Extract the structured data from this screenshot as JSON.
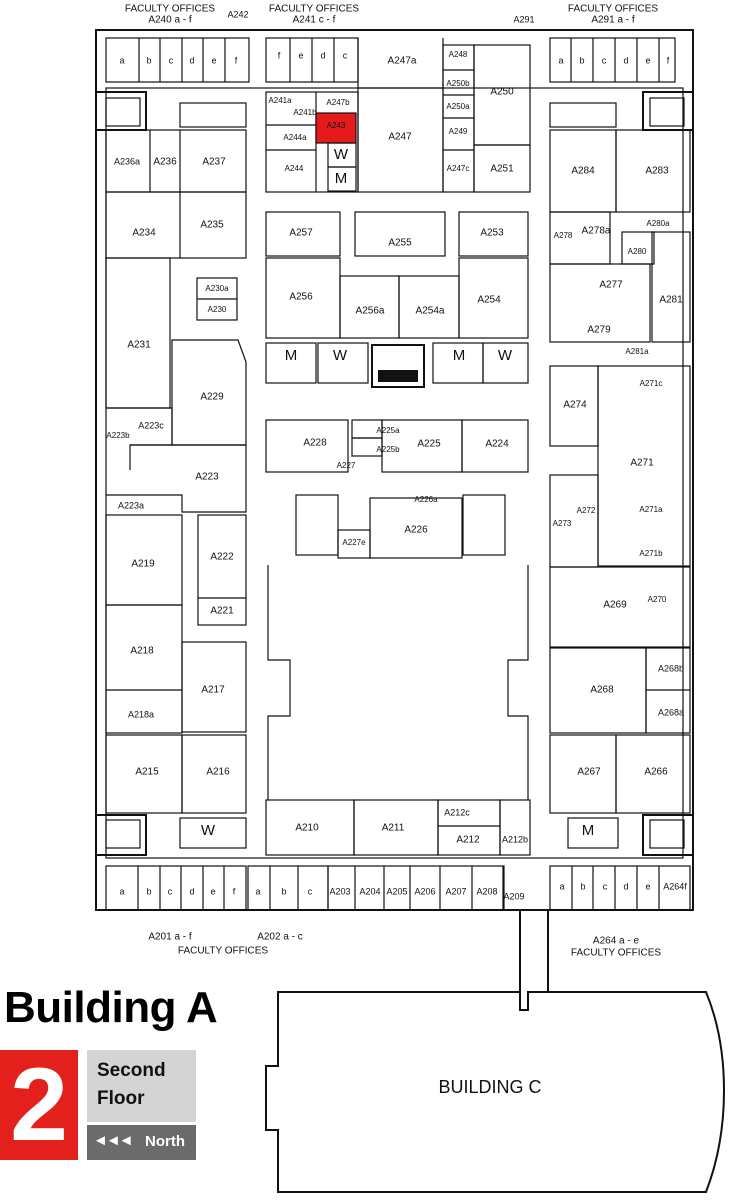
{
  "building": {
    "name": "Building A",
    "floor_number": "2",
    "floor_line1": "Second",
    "floor_line2": "Floor",
    "north_label": "North",
    "north_arrows": "◄◄◄"
  },
  "adjacent_building": "BUILDING C",
  "highlight_room": {
    "id": "A243",
    "color": "#e41a1c"
  },
  "headers": {
    "fo_top_left": "FACULTY OFFICES",
    "fo_top_left_range": "A240 a - f",
    "fo_top_mid": "FACULTY OFFICES",
    "fo_top_mid_range": "A241 c - f",
    "fo_top_right": "FACULTY OFFICES",
    "fo_top_right_range": "A291 a - f",
    "a242": "A242",
    "a291": "A291",
    "bottom_left_range": "A201 a - f",
    "bottom_mid_range": "A202 a - c",
    "bottom_left_fo": "FACULTY OFFICES",
    "bottom_right_range": "A264 a - e",
    "bottom_right_fo": "FACULTY OFFICES"
  },
  "rooms": {
    "a": "a",
    "b": "b",
    "c": "c",
    "d": "d",
    "e": "e",
    "f": "f",
    "A247a": "A247a",
    "A248": "A248",
    "A250b": "A250b",
    "A250a": "A250a",
    "A250": "A250",
    "A249": "A249",
    "A241a": "A241a",
    "A241b": "A241b",
    "A247b": "A247b",
    "A243": "A243",
    "A244a": "A244a",
    "A244": "A244",
    "A247": "A247",
    "A247c": "A247c",
    "A251": "A251",
    "A236a": "A236a",
    "A236": "A236",
    "A237": "A237",
    "A235": "A235",
    "A234": "A234",
    "A230a": "A230a",
    "A230": "A230",
    "A231": "A231",
    "A229": "A229",
    "A223c": "A223c",
    "A223b": "A223b",
    "A223": "A223",
    "A223a": "A223a",
    "A219": "A219",
    "A222": "A222",
    "A221": "A221",
    "A218": "A218",
    "A217": "A217",
    "A218a": "A218a",
    "A215": "A215",
    "A216": "A216",
    "A257": "A257",
    "A255": "A255",
    "A253": "A253",
    "A256": "A256",
    "A256a": "A256a",
    "A254a": "A254a",
    "A254": "A254",
    "A228": "A228",
    "A225a": "A225a",
    "A225b": "A225b",
    "A225": "A225",
    "A224": "A224",
    "A227": "A227",
    "A226a": "A226a",
    "A226": "A226",
    "A227e": "A227e",
    "A210": "A210",
    "A211": "A211",
    "A212c": "A212c",
    "A212": "A212",
    "A212b": "A212b",
    "A203": "A203",
    "A204": "A204",
    "A205": "A205",
    "A206": "A206",
    "A207": "A207",
    "A208": "A208",
    "A209": "A209",
    "A264f": "A264f",
    "A284": "A284",
    "A283": "A283",
    "A278": "A278",
    "A278a": "A278a",
    "A280a": "A280a",
    "A280": "A280",
    "A277": "A277",
    "A281": "A281",
    "A279": "A279",
    "A281a": "A281a",
    "A274": "A274",
    "A271c": "A271c",
    "A271": "A271",
    "A272": "A272",
    "A271a": "A271a",
    "A273": "A273",
    "A271b": "A271b",
    "A269": "A269",
    "A270": "A270",
    "A268": "A268",
    "A268b": "A268b",
    "A268a": "A268a",
    "A267": "A267",
    "A266": "A266"
  },
  "restrooms": {
    "men": "M",
    "women": "W"
  }
}
